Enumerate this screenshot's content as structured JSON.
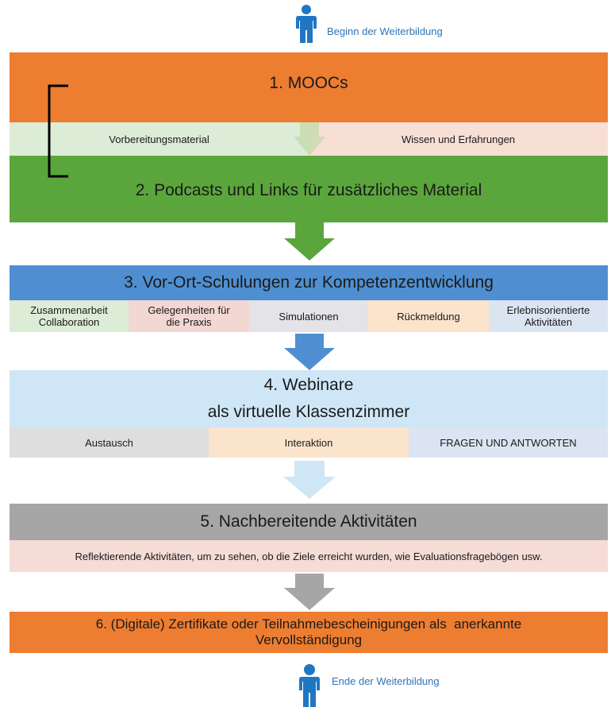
{
  "start_label": "Beginn der Weiterbildung",
  "end_label": "Ende der Weiterbildung",
  "colors": {
    "orange": "#ed7d31",
    "green": "#5aa63c",
    "blue": "#4f8fd1",
    "light_blue": "#cfe6f7",
    "gray": "#a6a6a6",
    "person": "#1f77c4"
  },
  "step1": {
    "title": "1. MOOCs",
    "sub": [
      "Vorbereitungsmaterial",
      "Wissen und Erfahrungen"
    ]
  },
  "step2": {
    "title": "2. Podcasts und Links für zusätzliches Material"
  },
  "step3": {
    "title": "3. Vor-Ort-Schulungen zur Kompetenzentwicklung",
    "sub": [
      "Zusammenarbeit\nCollaboration",
      "Gelegenheiten für\ndie Praxis",
      "Simulationen",
      "Rückmeldung",
      "Erlebnisorientierte\nAktivitäten"
    ]
  },
  "step4": {
    "title_line1": "4. Webinare",
    "title_line2": "als virtuelle Klassenzimmer",
    "sub": [
      "Austausch",
      "Interaktion",
      "FRAGEN UND ANTWORTEN"
    ]
  },
  "step5": {
    "title": "5. Nachbereitende Aktivitäten",
    "sub": "Reflektierende Aktivitäten, um zu sehen, ob die Ziele erreicht wurden, wie Evaluationsfragebögen usw."
  },
  "step6": {
    "title_line1": "6. (Digitale) Zertifikate oder Teilnahmebescheinigungen als  anerkannte",
    "title_line2": "Vervollständigung"
  }
}
